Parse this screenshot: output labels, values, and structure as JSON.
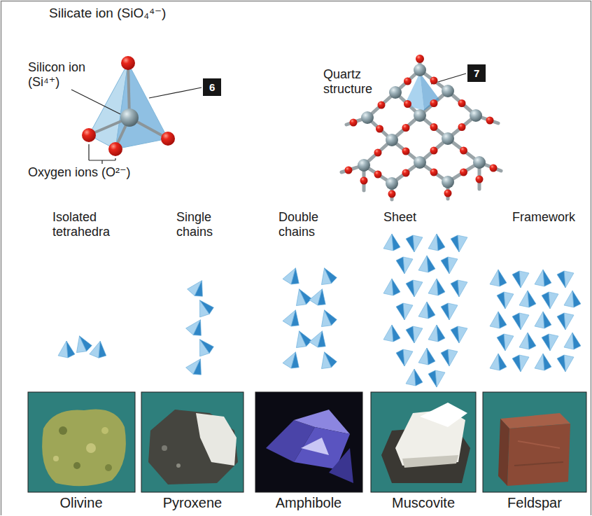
{
  "diagram": {
    "labels": [
      "Silicate ion (SiO₄⁴⁻)",
      "Silicon ion (Si⁴⁺)",
      "6",
      "Oxygen ions (O²⁻)",
      "Quartz structure",
      "7",
      "Isolated tetrahedra",
      "Single chains",
      "Double chains",
      "Sheet",
      "Framework",
      "Olivine",
      "Pyroxene",
      "Amphibole",
      "Muscovite",
      "Feldspar"
    ]
  }
}
